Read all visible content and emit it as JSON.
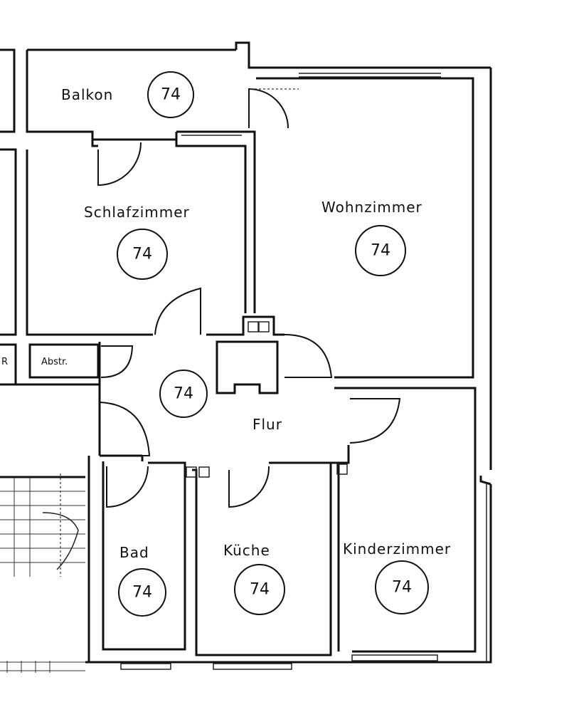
{
  "rooms": {
    "balkon": {
      "label": "Balkon",
      "badge": "74"
    },
    "schlafzimmer": {
      "label": "Schlafzimmer",
      "badge": "74"
    },
    "wohnzimmer": {
      "label": "Wohnzimmer",
      "badge": "74"
    },
    "abstr": {
      "label": "Abstr."
    },
    "flur": {
      "label": "Flur",
      "badge": "74"
    },
    "bad": {
      "label": "Bad",
      "badge": "74"
    },
    "kueche": {
      "label": "Küche",
      "badge": "74"
    },
    "kinderzimmer": {
      "label": "Kinderzimmer",
      "badge": "74"
    },
    "left_small": {
      "label": "R"
    }
  }
}
